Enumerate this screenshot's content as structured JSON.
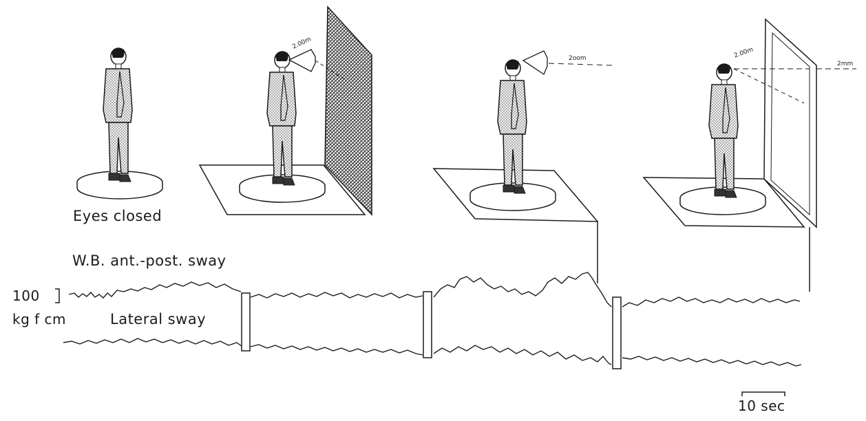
{
  "labels": {
    "eyes_closed": "Eyes closed",
    "ant_post": "W.B. ant.-post. sway",
    "scale_value": "100",
    "scale_unit": "kg f cm",
    "lateral": "Lateral sway",
    "time_scale": "10 sec"
  },
  "distance_labels": {
    "scene2": "2.00m",
    "scene3": "2oom",
    "scene4_near": "2.00m",
    "scene4_far": "2mm"
  },
  "colors": {
    "ink": "#1a1a1a",
    "hatch": "#333333",
    "paper": "#ffffff"
  }
}
